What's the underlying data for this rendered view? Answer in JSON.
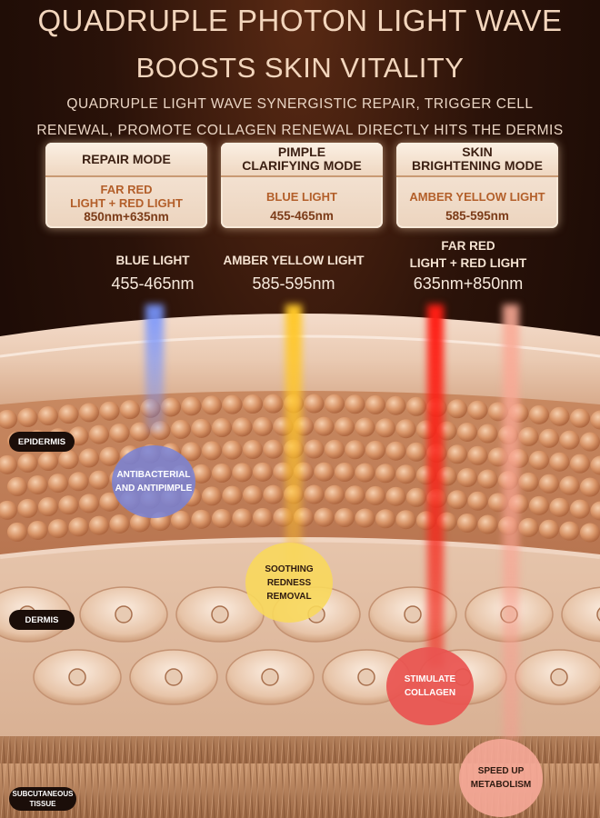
{
  "header": {
    "title_line1": "QUADRUPLE PHOTON LIGHT WAVE",
    "title_line2": "BOOSTS SKIN VITALITY",
    "subtitle_line1": "QUADRUPLE LIGHT WAVE SYNERGISTIC REPAIR, TRIGGER CELL",
    "subtitle_line2": "RENEWAL, PROMOTE COLLAGEN RENEWAL DIRECTLY HITS THE DERMIS"
  },
  "modes": [
    {
      "title_line1": "REPAIR MODE",
      "title_line2": "",
      "light_line1": "FAR RED",
      "light_line2": "LIGHT + RED LIGHT",
      "wavelength": "850nm+635nm"
    },
    {
      "title_line1": "PIMPLE",
      "title_line2": "CLARIFYING MODE",
      "light_line1": "BLUE LIGHT",
      "light_line2": "",
      "wavelength": "455-465nm"
    },
    {
      "title_line1": "SKIN",
      "title_line2": "BRIGHTENING MODE",
      "light_line1": "AMBER YELLOW LIGHT",
      "light_line2": "",
      "wavelength": "585-595nm"
    }
  ],
  "lights": [
    {
      "name_line1": "BLUE LIGHT",
      "name_line2": "",
      "wavelength": "455-465nm"
    },
    {
      "name_line1": "AMBER YELLOW LIGHT",
      "name_line2": "",
      "wavelength": "585-595nm"
    },
    {
      "name_line1": "FAR RED",
      "name_line2": "LIGHT + RED LIGHT",
      "wavelength": "635nm+850nm"
    }
  ],
  "effects": {
    "blue_line1": "ANTIBACTERIAL",
    "blue_line2": "AND ANTIPIMPLE",
    "yellow_line1": "SOOTHING",
    "yellow_line2": "REDNESS REMOVAL",
    "red_line1": "STIMULATE",
    "red_line2": "COLLAGEN",
    "pink_line1": "SPEED UP",
    "pink_line2": "METABOLISM"
  },
  "layers": {
    "epidermis": "EPIDERMIS",
    "dermis": "DERMIS",
    "subcutaneous_line1": "SUBCUTANEOUS",
    "subcutaneous_line2": "TISSUE"
  },
  "colors": {
    "blue_light": "#6f8cff",
    "amber_light": "#ffc328",
    "red_light": "#ff2a1c",
    "far_red_light": "#f7a898",
    "skin": "#d9a580",
    "background": "#1a0b05"
  }
}
